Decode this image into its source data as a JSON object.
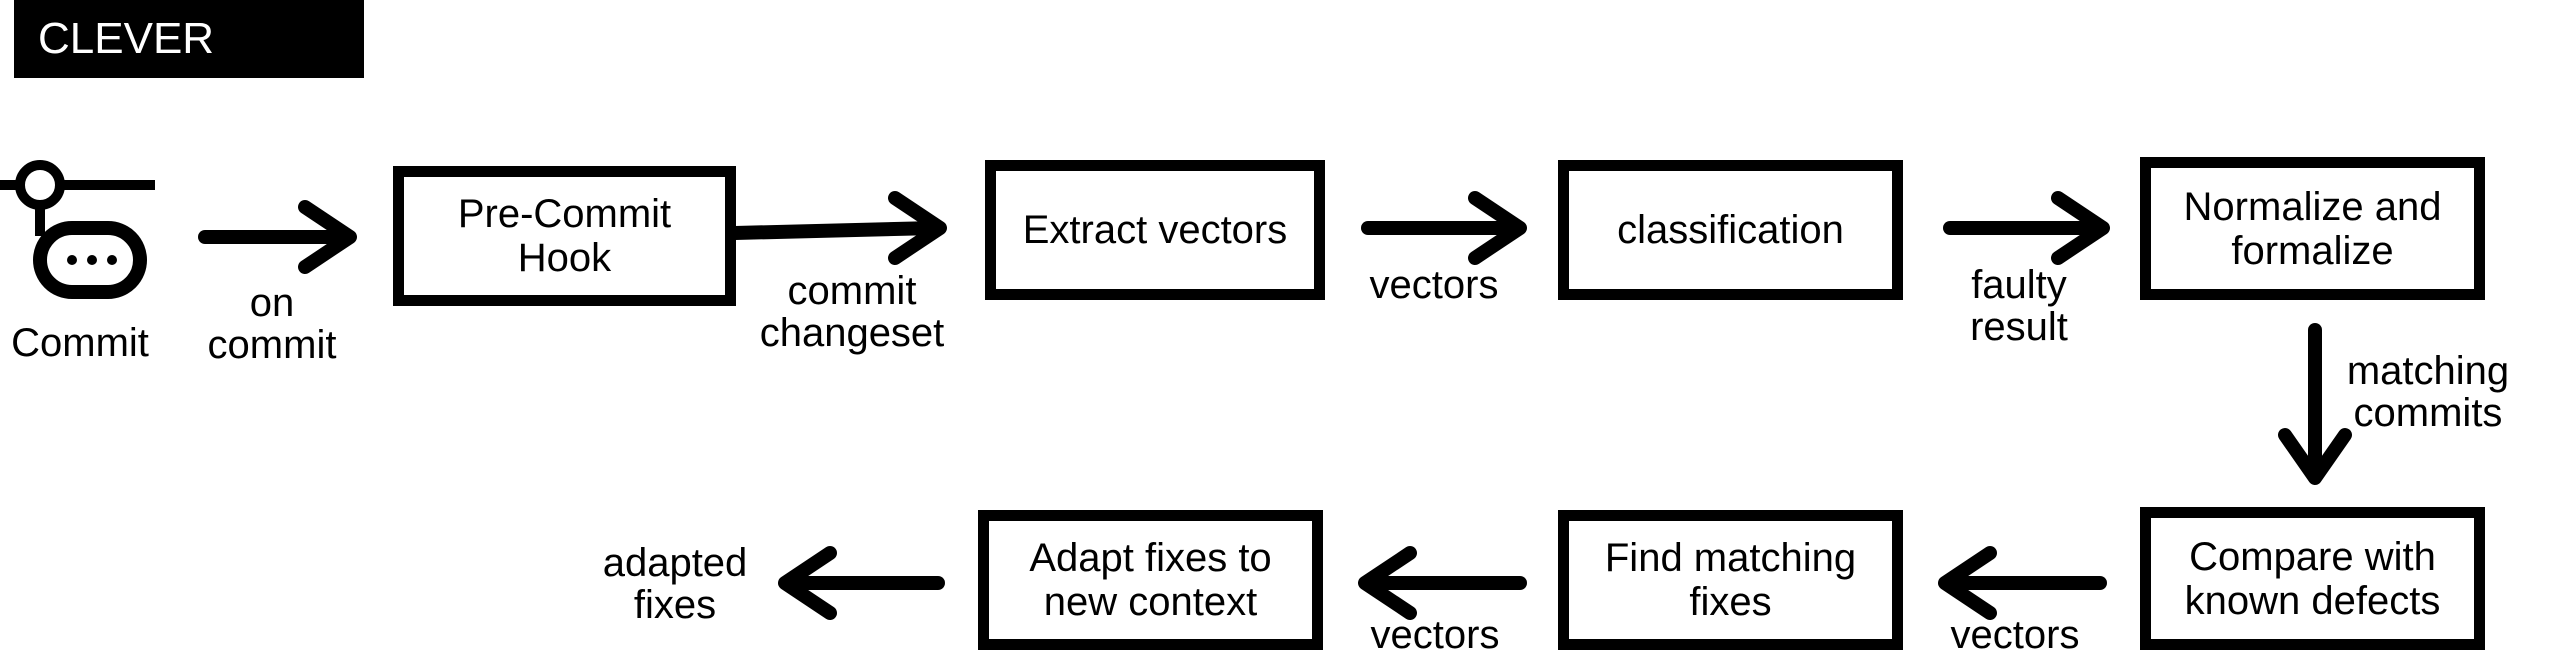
{
  "title": "CLEVER Process",
  "start": {
    "label": "Commit"
  },
  "nodes": {
    "precommit": "Pre-Commit\nHook",
    "extract": "Extract vectors",
    "classification": "classification",
    "normalize": "Normalize and\nformalize",
    "compare": "Compare with\nknown defects",
    "find": "Find matching\nfixes",
    "adapt": "Adapt fixes to\nnew context"
  },
  "edges": {
    "on_commit": "on\ncommit",
    "commit_changeset": "commit\nchangeset",
    "vectors_1": "vectors",
    "faulty_result": "faulty\nresult",
    "matching_commits": "matching\ncommits",
    "vectors_2": "vectors",
    "vectors_3": "vectors",
    "adapted_fixes": "adapted\nfixes"
  }
}
